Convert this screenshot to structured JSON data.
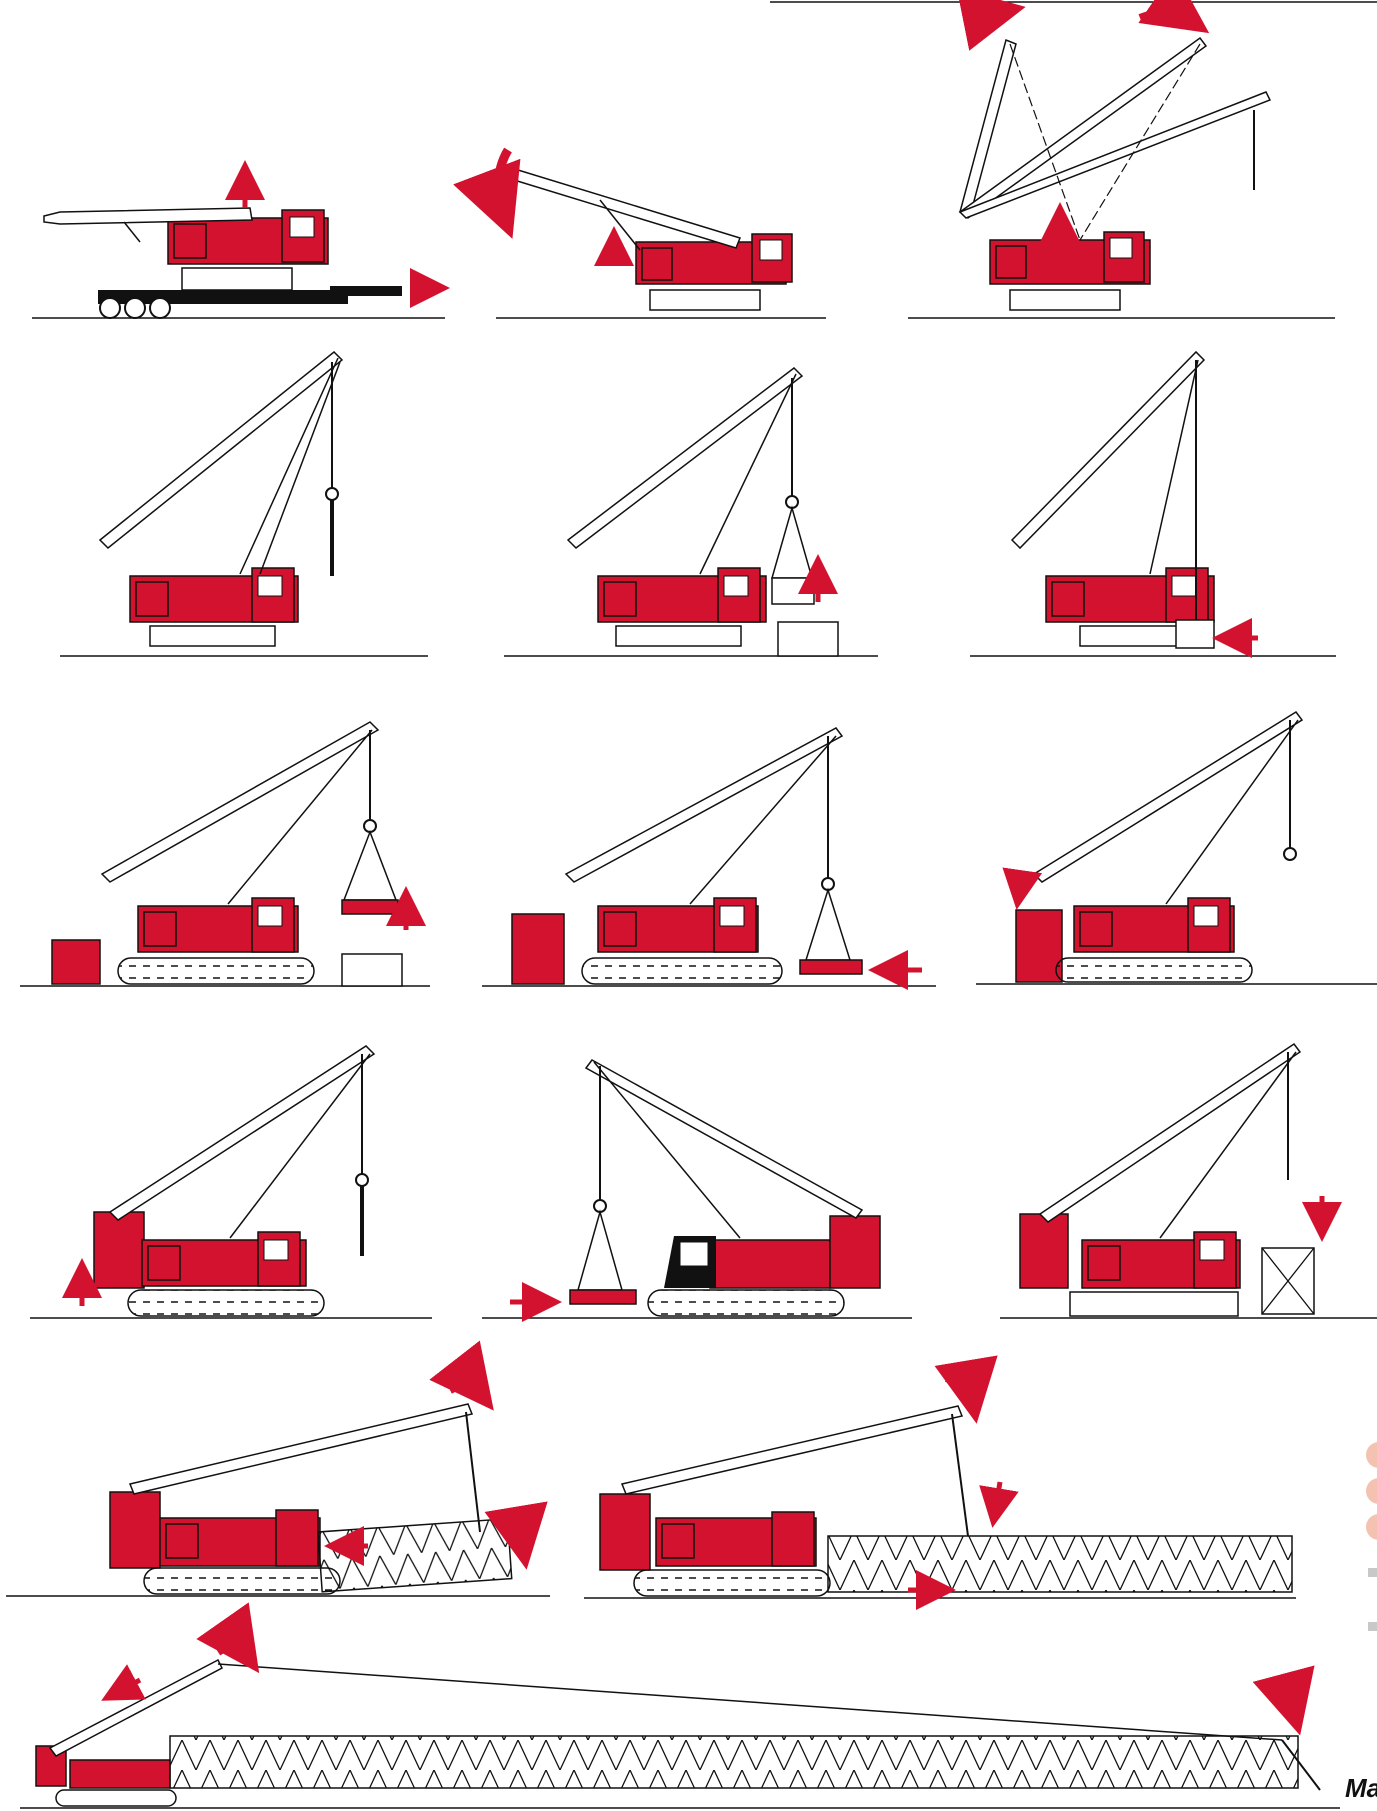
{
  "logo_text": "Ma",
  "colors": {
    "crane_red": "#d3122f",
    "line": "#111111",
    "edge_dot": "#f4c2b0",
    "edge_square": "#c8c8c8"
  },
  "panels": [
    {
      "id": "p1",
      "scene": "transport-trailer"
    },
    {
      "id": "p2",
      "scene": "boom-raise-start"
    },
    {
      "id": "p3",
      "scene": "mast-raise-sequence"
    },
    {
      "id": "p4",
      "scene": "boom-up-hook"
    },
    {
      "id": "p5",
      "scene": "lift-carbody-weights"
    },
    {
      "id": "p6",
      "scene": "place-carbody-weights"
    },
    {
      "id": "p7",
      "scene": "lift-track-frame"
    },
    {
      "id": "p8",
      "scene": "attach-track-frame"
    },
    {
      "id": "p9",
      "scene": "counterweight-install"
    },
    {
      "id": "p10",
      "scene": "counterweight-complete"
    },
    {
      "id": "p11",
      "scene": "rear-view-lift"
    },
    {
      "id": "p12",
      "scene": "lower-boom-section"
    },
    {
      "id": "p13",
      "scene": "boom-insert-attach"
    },
    {
      "id": "p14",
      "scene": "boom-extension"
    },
    {
      "id": "p15",
      "scene": "full-boom-raise"
    }
  ]
}
